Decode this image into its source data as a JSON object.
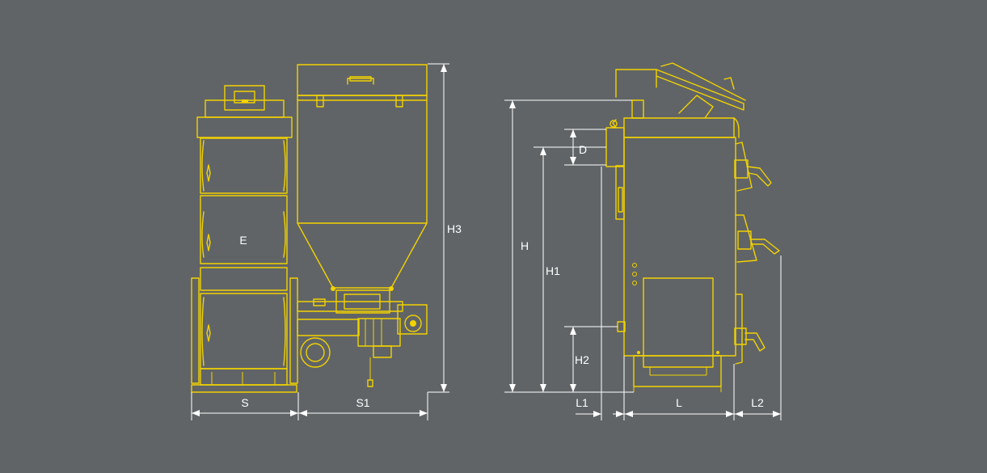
{
  "labels": {
    "S": "S",
    "S1": "S1",
    "H3": "H3",
    "E": "E",
    "H": "H",
    "H1": "H1",
    "H2": "H2",
    "D": "D",
    "L": "L",
    "L1": "L1",
    "L2": "L2"
  },
  "colors": {
    "background": "#606467",
    "drawing": "#f2d200",
    "dimension": "#ffffff"
  }
}
